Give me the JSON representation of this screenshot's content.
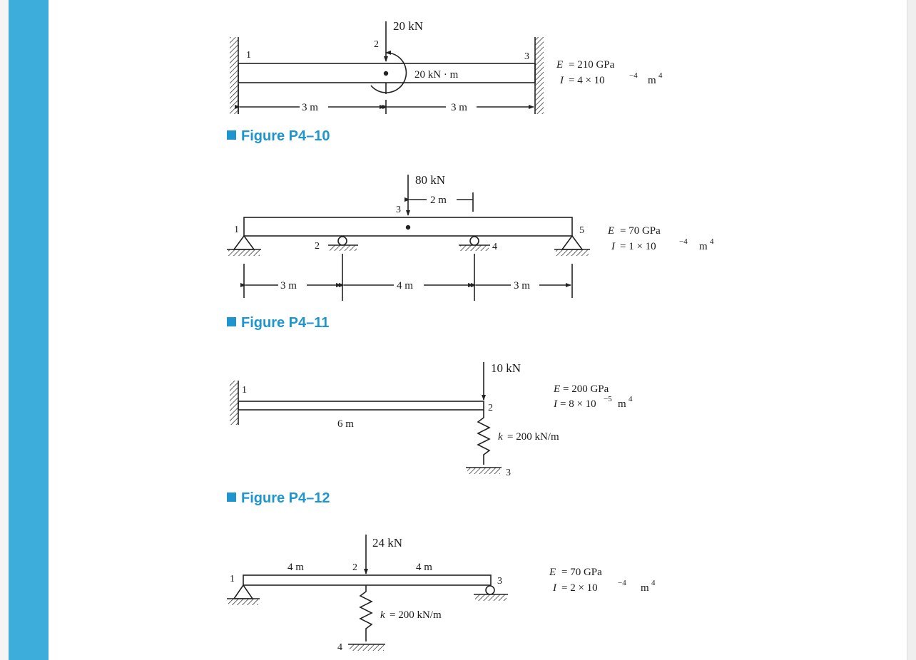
{
  "figures": [
    {
      "caption": "Figure P4–10",
      "load": "20 kN",
      "moment": "20 kN · m",
      "nodes": [
        "1",
        "2",
        "3"
      ],
      "span_left": "3 m",
      "span_right": "3 m",
      "E_label": "E",
      "E_value": "= 210 GPa",
      "I_label": "I",
      "I_value": "= 4 × 10",
      "I_exp": "−4",
      "I_unit": "m",
      "I_unit_exp": "4"
    },
    {
      "caption": "Figure P4–11",
      "load": "80 kN",
      "load_offset": "2 m",
      "nodes": [
        "1",
        "2",
        "3",
        "4",
        "5"
      ],
      "spans": [
        "3 m",
        "4 m",
        "3 m"
      ],
      "E_label": "E",
      "E_value": "= 70 GPa",
      "I_label": "I",
      "I_value": "= 1 × 10",
      "I_exp": "−4",
      "I_unit": "m",
      "I_unit_exp": "4"
    },
    {
      "caption": "Figure P4–12",
      "load": "10 kN",
      "nodes": [
        "1",
        "2",
        "3"
      ],
      "span": "6 m",
      "k_label": "k",
      "k_value": "= 200 kN/m",
      "E_label": "E",
      "E_value": "= 200 GPa",
      "I_label": "I",
      "I_value": "= 8 × 10",
      "I_exp": "−5",
      "I_unit": "m",
      "I_unit_exp": "4"
    },
    {
      "load": "24 kN",
      "nodes": [
        "1",
        "2",
        "3",
        "4"
      ],
      "span_left": "4 m",
      "span_right": "4 m",
      "k_label": "k",
      "k_value": "= 200 kN/m",
      "E_label": "E",
      "E_value": "= 70 GPa",
      "I_label": "I",
      "I_value": "= 2 × 10",
      "I_exp": "−4",
      "I_unit": "m",
      "I_unit_exp": "4"
    }
  ]
}
